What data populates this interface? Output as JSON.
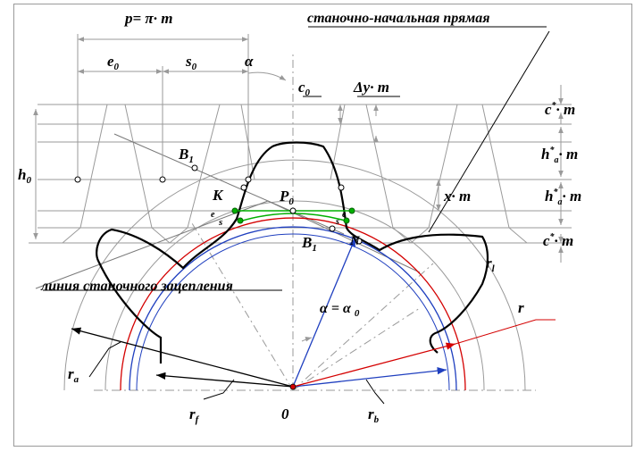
{
  "title_pitch": "p= π· m",
  "machine_pitch_line_label": "станочно-начальная прямая",
  "machine_engagement_line_label": "линия станочного зацепления",
  "angle_label": "α = α 0",
  "labels": {
    "e0": "e",
    "e0_sub": "0",
    "s0": "s",
    "s0_sub": "0",
    "alpha": "α",
    "c0": "c",
    "c0_sub": "0",
    "dy_m": "Δy· m",
    "c_star_m_top": "c*· m",
    "ha_star_m_top": "h*a· m",
    "x_m": "x· m",
    "ha_star_m_bottom": "h*a· m",
    "c_star_m_bottom": "c*· m",
    "h0": "h",
    "h0_sub": "0",
    "B1_top": "B",
    "B1_top_sub": "1",
    "K": "K",
    "P0": "P",
    "P0_sub": "0",
    "e_small": "e",
    "s_small": "s",
    "e_small_right": "e",
    "s_small_right": "s",
    "B1_bottom": "B",
    "B1_bottom_sub": "1",
    "N": "N",
    "rl": "r",
    "rl_sub": "l",
    "r": "r",
    "ra": "r",
    "ra_sub": "a",
    "rf": "r",
    "rf_sub": "f",
    "rb": "r",
    "rb_sub": "b",
    "zero": "0"
  },
  "colors": {
    "tip_circle": "#d40000",
    "base_circle": "#1f3fbf",
    "pitch_segment": "#00b000",
    "dim_arrows": "#8c8c8c",
    "profile": "#000000"
  }
}
